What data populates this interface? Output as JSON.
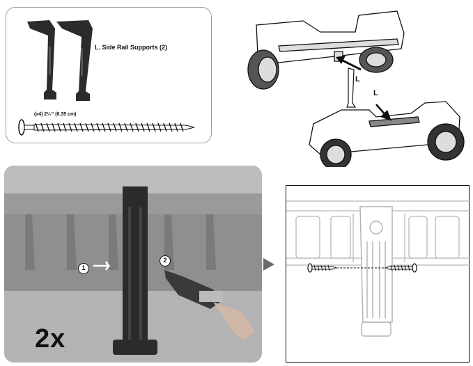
{
  "parts": {
    "support_label": "L. Side Rail Supports (2)",
    "screw_label": "(x4) 2¹⁄₂\" (6.35 cm)"
  },
  "diagram": {
    "callout_top": "L",
    "callout_bottom": "L"
  },
  "photo": {
    "repeat_label": "2x",
    "step_1": "1",
    "step_2": "2"
  },
  "colors": {
    "part_dark": "#2b2b2b",
    "photo_background": "#a9a9a9",
    "arrow_gray": "#6a6a6a"
  }
}
